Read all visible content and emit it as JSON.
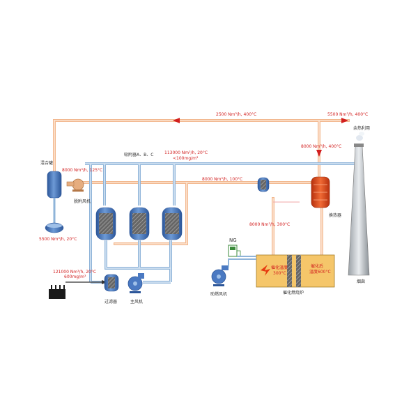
{
  "labels": {
    "top_flow_left": "2500 Nm³/h, 400°C",
    "top_flow_right": "5500 Nm³/h, 400°C",
    "waste_heat": "余热利用",
    "mixing_tank": "混合罐",
    "flow_8000_125": "8000 Nm³/h, 125°C",
    "desorption_fan": "脱附风机",
    "adsorber_abc": "吸附器A、B、C",
    "flow_113000": "113000 Nm³/h, 20°C",
    "conc_100": "<100mg/m³",
    "flow_8000_100": "8000 Nm³/h, 100°C",
    "flow_8000_400": "8000 Nm³/h, 400°C",
    "heat_exchanger": "换热器",
    "flow_5500_20": "5500 Nm³/h, 20°C",
    "flow_8000_300": "8000 Nm³/h, 300°C",
    "ng": "NG",
    "flow_121000": "121000 Nm³/h, 20°C",
    "conc_600": "600mg/m³",
    "filter": "过滤器",
    "main_fan": "主风机",
    "combustion_fan": "助燃风机",
    "catalytic_preheat_1": "催化温度",
    "catalytic_preheat_2": "300°C",
    "catalytic_after_1": "催化后",
    "catalytic_after_2": "温度600°C",
    "catalytic_furnace": "催化燃烧炉",
    "chimney": "烟囱"
  },
  "colors": {
    "hot_pipe": "#f2b88f",
    "hot_pipe_inner": "#fde6d4",
    "cool_pipe": "#8fb4d9",
    "cool_pipe_inner": "#dbe8f5",
    "vessel": "#4a79c2",
    "vessel_dark": "#2c5699",
    "heat_exchanger": "#e24a1c",
    "furnace": "#f5c66a",
    "arrow": "#d21f1f"
  },
  "icons": [
    "fan-icon",
    "filter-icon",
    "flame-icon",
    "gas-pump-icon",
    "chimney-icon"
  ]
}
